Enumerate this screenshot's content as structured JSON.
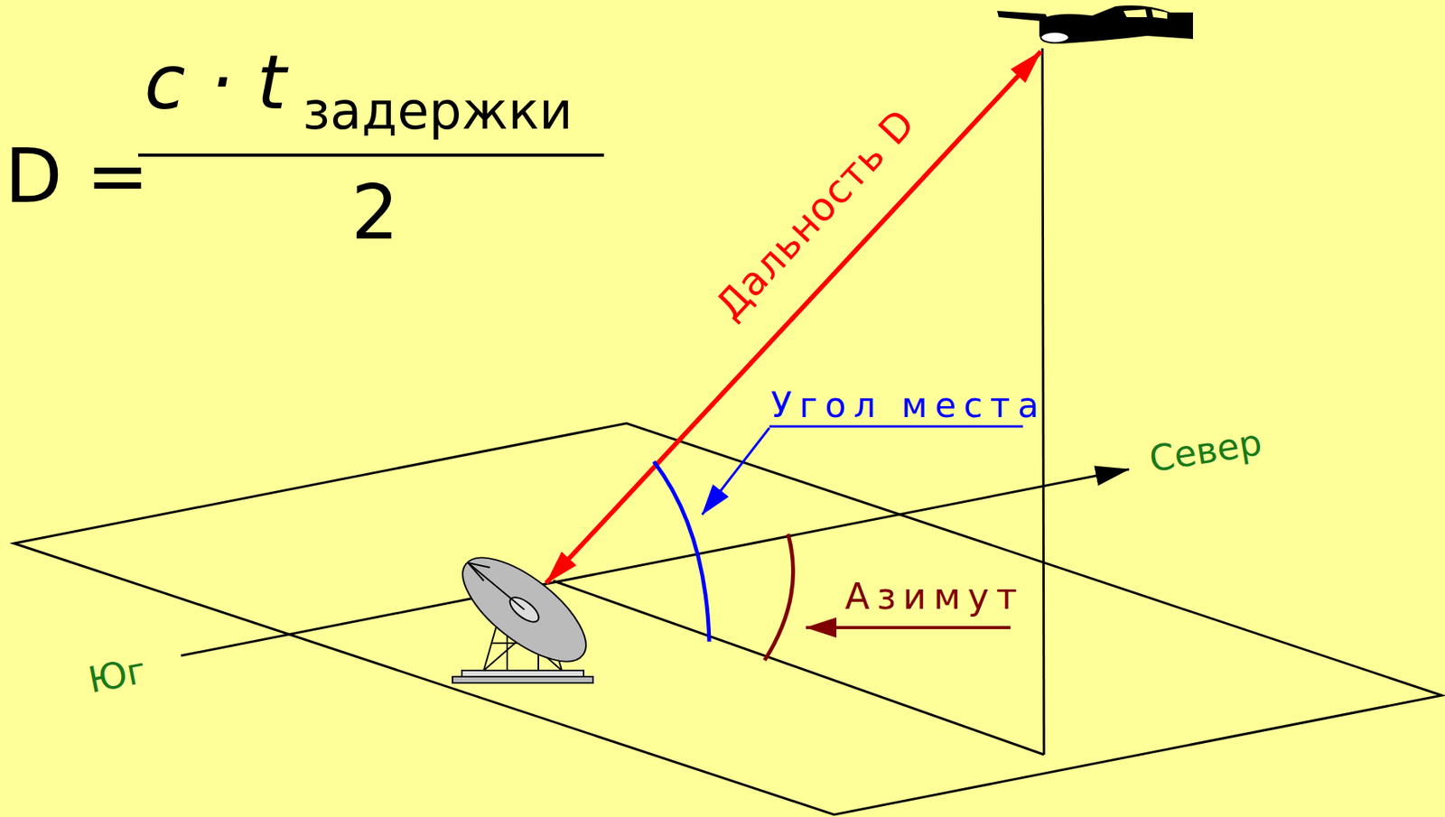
{
  "diagram": {
    "labels": [
      "D =",
      "c · t",
      "задержки",
      "2",
      "Дальность D",
      "Угол места",
      "Север",
      "Юг",
      "Азимут"
    ]
  }
}
